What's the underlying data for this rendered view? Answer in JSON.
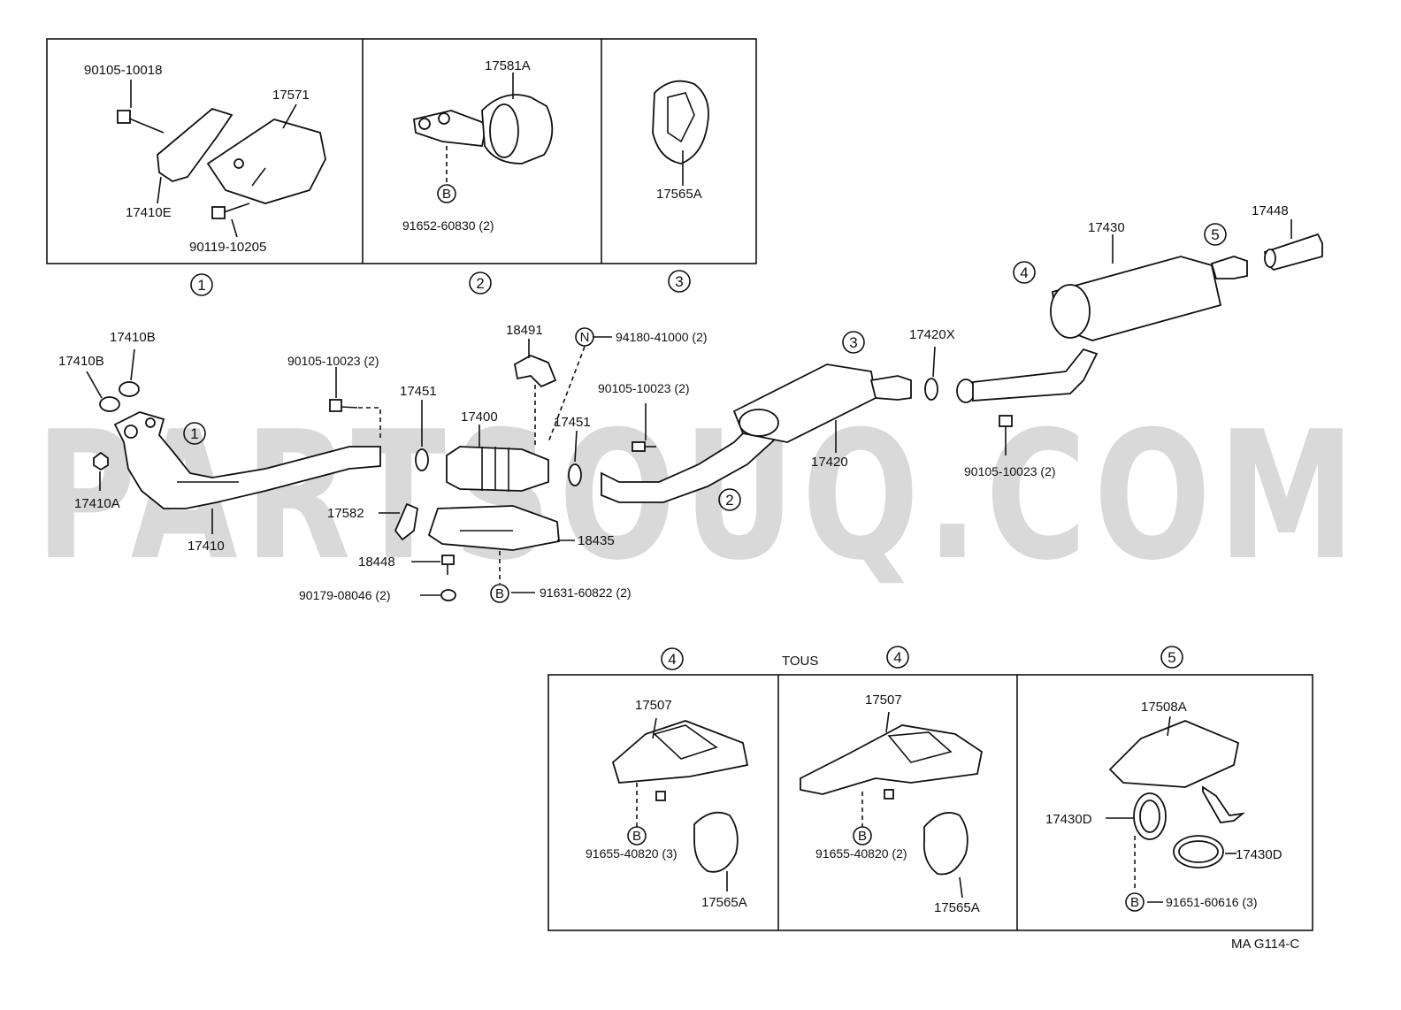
{
  "watermark": "PARTSOUQ.COM",
  "figure_code": "MA G114-C",
  "panel_variant_label": "TOUS",
  "panel_markers": [
    "1",
    "2",
    "3",
    "4",
    "4",
    "5"
  ],
  "callout_markers": [
    "1",
    "2",
    "3",
    "4",
    "5"
  ],
  "bolt_marker": "B",
  "nut_marker": "N",
  "labels": {
    "p1_bolt": "90105-10018",
    "p1_bracket": "17571",
    "p1_stay": "17410E",
    "p1_bolt2": "90119-10205",
    "p2_hanger": "17581A",
    "p2_bolt": "91652-60830 (2)",
    "p3_support": "17565A",
    "gasket_b1": "17410B",
    "gasket_b2": "17410B",
    "nut_a": "17410A",
    "front_pipe": "17410",
    "bolt_front": "90105-10023 (2)",
    "gasket_451a": "17451",
    "converter": "17400",
    "bracket_491": "18491",
    "nut_n": "94180-41000 (2)",
    "gasket_451b": "17451",
    "stay_582": "17582",
    "insulator": "18435",
    "bolt_448": "18448",
    "nut_079": "90179-08046 (2)",
    "bolt_631": "91631-60822 (2)",
    "bolt_center": "90105-10023 (2)",
    "center_pipe": "17420",
    "gasket_x": "17420X",
    "muffler": "17430",
    "tail_tip": "17448",
    "bolt_tail": "90105-10023 (2)",
    "p4a_bracket": "17507",
    "p4a_bolt": "91655-40820 (3)",
    "p4a_support": "17565A",
    "p4b_bracket": "17507",
    "p4b_bolt": "91655-40820 (2)",
    "p4b_support": "17565A",
    "p5_bracket": "17508A",
    "p5_gasket_a": "17430D",
    "p5_gasket_b": "17430D",
    "p5_bolt": "91651-60616 (3)"
  }
}
